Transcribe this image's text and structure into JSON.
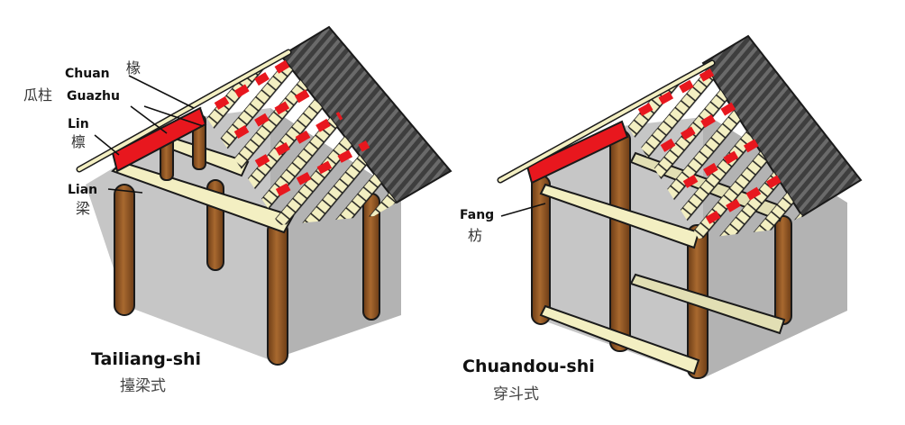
{
  "labels": {
    "chuan_en": "Chuan",
    "chuan_zh": "椽",
    "guazhu_zh": "瓜柱",
    "guazhu_en": "Guazhu",
    "lin_en": "Lin",
    "lin_zh": "檩",
    "lian_en": "Lian",
    "lian_zh": "梁",
    "fang_en": "Fang",
    "fang_zh": "枋"
  },
  "captions": {
    "left_title": "Tailiang-shi",
    "left_subtitle": "擡梁式",
    "right_title": "Chuandou-shi",
    "right_subtitle": "穿斗式"
  },
  "colors": {
    "wall_front": "#c4c4c4",
    "wall_side": "#b3b3b3",
    "wood": "#8e5425",
    "wood_light": "#f3efc2",
    "red": "#e8171e",
    "tile": "#404040",
    "outline": "#1a1a1a"
  }
}
